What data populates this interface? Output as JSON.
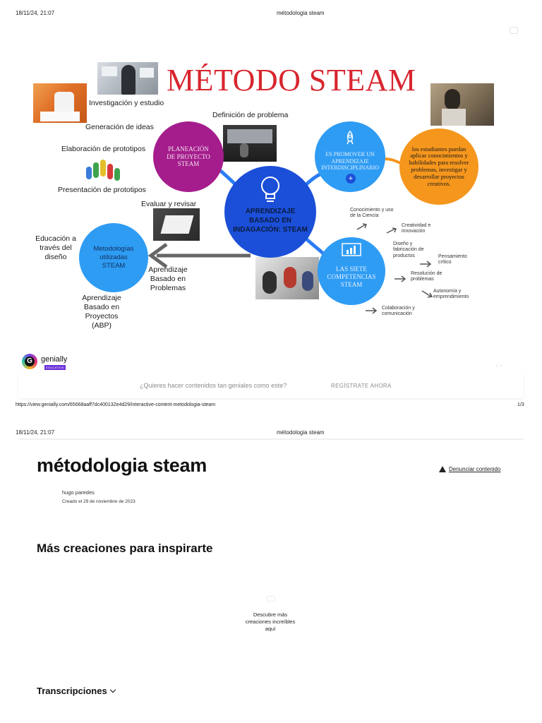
{
  "page1": {
    "header_datetime": "18/11/24, 21:07",
    "header_title": "métodologia steam",
    "main_title": "MÉTODO STEAM",
    "left_labels": {
      "investigacion": "Investigación y estudio",
      "definicion": "Definición de problema",
      "generacion": "Generación de ideas",
      "elaboracion": "Elaboración de prototipos",
      "presentacion": "Presentación de prototipos",
      "evaluar": "Evaluar y revisar",
      "educacion": "Educación a través del diseño",
      "abpp": "Aprendizaje Basado en Problemas",
      "abp": "Aprendizaje Basado en Proyectos (ABP)"
    },
    "circles": {
      "planeacion": "PLANEACIÓN DE PROYECTO STEAM",
      "center": "APRENDIZAJE BASADO EN INDAGACIÓN: STEAM",
      "metodologias": "Metodologías utilizadas STEAM",
      "promover": "ES PROMOVER UN APRENDIZAJE INTERDISCIPLINARIO",
      "estudiantes": "los estudiantes puedan aplicar conocimientos y habilidades para resolver problemas, investigar y desarrollar proyectos creativos.",
      "siete": "LAS SIETE COMPETENCIAS STEAM"
    },
    "competencias": {
      "c1": "Conocimiento y uso de la Ciencia",
      "c2": "Creatividad e innovación",
      "c3": "Diseño y fabricación de productos",
      "c4": "Pensamiento crítico",
      "c5": "Resolución de problemas",
      "c6": "Autonomía y emprendimiento",
      "c7": "Colaboración y comunicación"
    },
    "brand": "genially",
    "brand_sub": "EDUCATION",
    "cta_text": "¿Quieres hacer contenidos tan geniales como este?",
    "cta_link": "REGÍSTRATE AHORA",
    "footer_url": "https://view.genially.com/65668aaff7dc400132e4d29/interactive-content-metodologia-steam",
    "footer_page": "1/3",
    "colors": {
      "title_red": "#d8262f",
      "purple": "#a51d8c",
      "blue": "#2b7df5",
      "light_blue": "#2f9cf4",
      "orange": "#f5961d",
      "navy": "#1b4fd8"
    }
  },
  "page2": {
    "header_datetime": "18/11/24, 21:07",
    "header_title": "métodologia steam",
    "title": "métodologia steam",
    "report": "Denunciar contenido",
    "author": "hugo paredes",
    "created": "Creado el 29 de noviembre de 2023",
    "more_heading": "Más creaciones para inspirarte",
    "discover": "Descubre más creaciones increíbles aquí",
    "transcripciones": "Transcripciones"
  }
}
